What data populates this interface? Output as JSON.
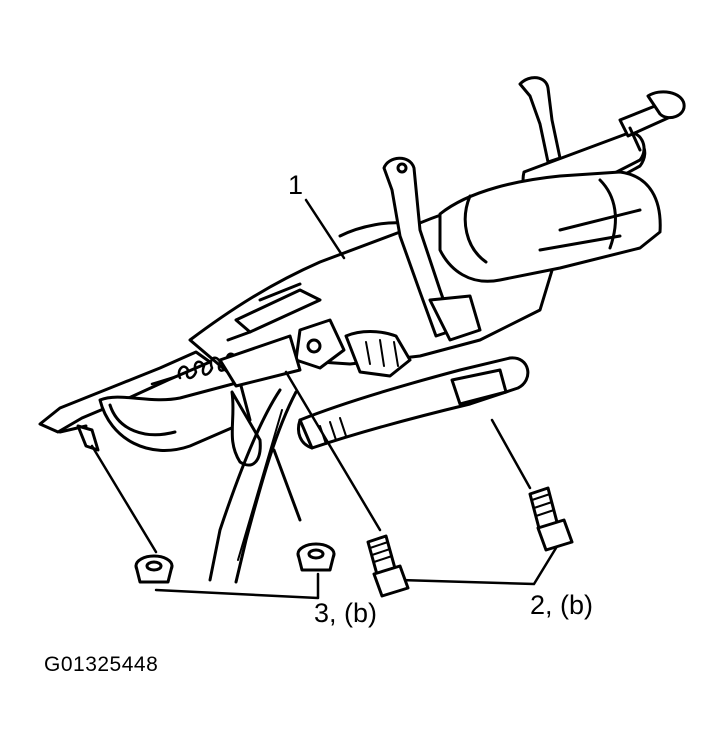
{
  "callouts": {
    "item_1": "1",
    "item_3": "3, (b)",
    "item_2": "2, (b)"
  },
  "figure_code": "G01325448",
  "colors": {
    "ink": "#000000",
    "paper": "#ffffff"
  }
}
